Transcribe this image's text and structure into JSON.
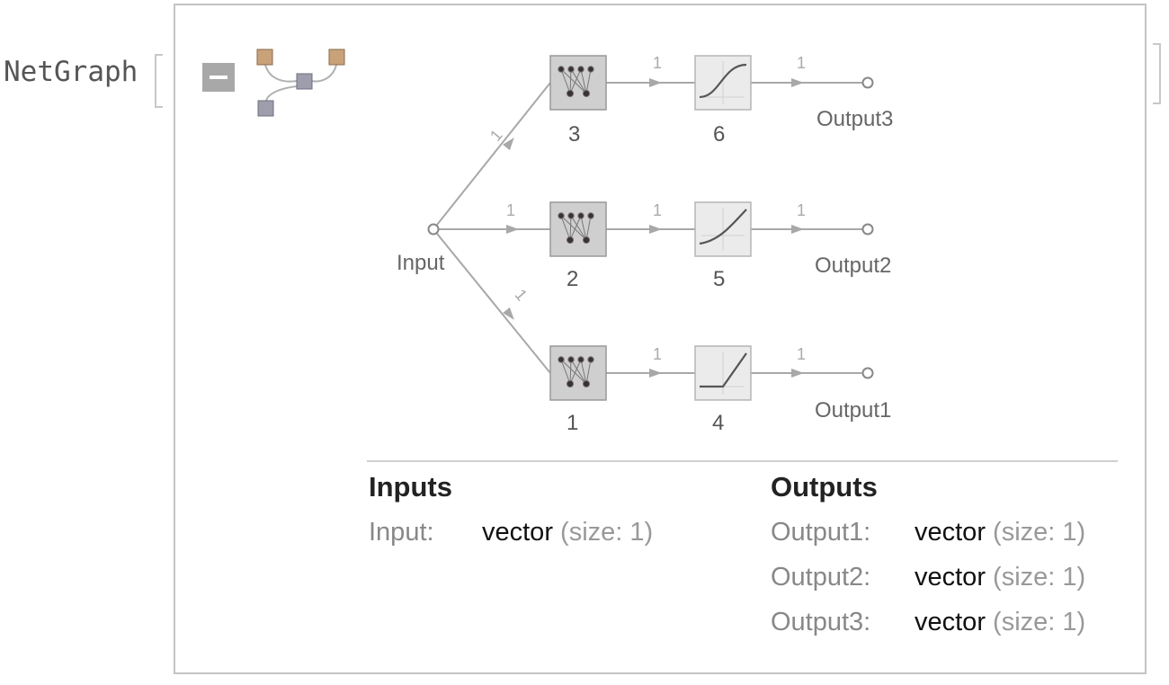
{
  "head": {
    "label": "NetGraph"
  },
  "icons": {
    "mini_graph": "mini-netgraph-icon",
    "collapse": "minus-icon",
    "linear_layer": "linear-layer-icon",
    "activation_layer": "activation-layer-icon"
  },
  "colors": {
    "linear_box": "#cfcfcf",
    "activation_box": "#ebebeb",
    "edge": "#a8a8a8",
    "mini_node_brown": "#c9a27a",
    "mini_node_gray": "#9d9dac"
  },
  "graph": {
    "input_label": "Input",
    "nodes": [
      {
        "id": "3",
        "kind": "linear"
      },
      {
        "id": "6",
        "kind": "activation"
      },
      {
        "id": "2",
        "kind": "linear"
      },
      {
        "id": "5",
        "kind": "activation"
      },
      {
        "id": "1",
        "kind": "linear"
      },
      {
        "id": "4",
        "kind": "activation"
      }
    ],
    "outputs": [
      "Output3",
      "Output2",
      "Output1"
    ],
    "edge_label": "1"
  },
  "inputs": {
    "title": "Inputs",
    "rows": [
      {
        "name": "Input:",
        "type": "vector",
        "size": "(size: 1)"
      }
    ]
  },
  "outputs": {
    "title": "Outputs",
    "rows": [
      {
        "name": "Output1:",
        "type": "vector",
        "size": "(size: 1)"
      },
      {
        "name": "Output2:",
        "type": "vector",
        "size": "(size: 1)"
      },
      {
        "name": "Output3:",
        "type": "vector",
        "size": "(size: 1)"
      }
    ]
  }
}
